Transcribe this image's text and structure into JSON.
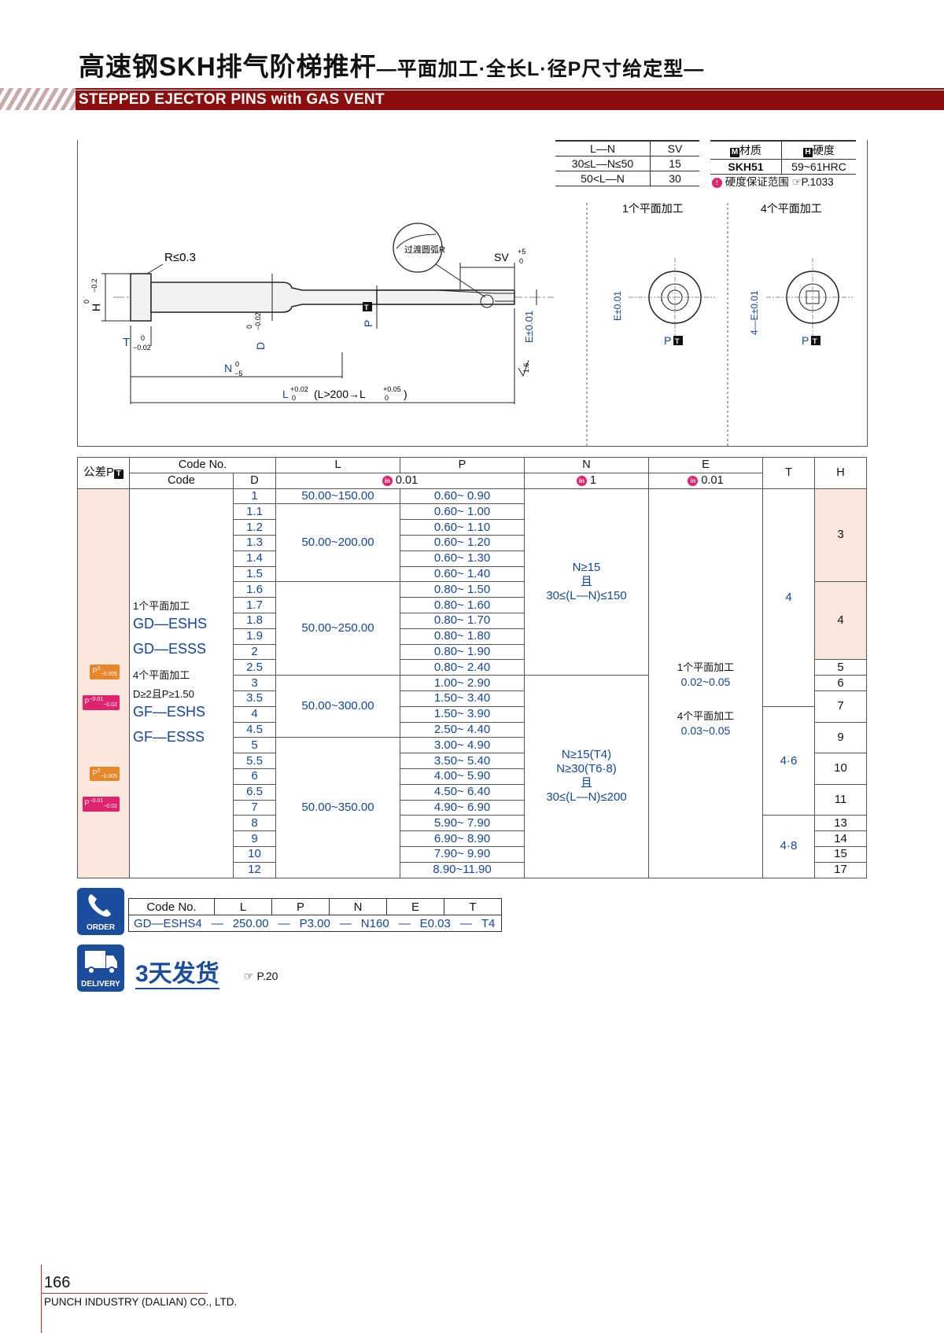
{
  "title": {
    "main": "高速钢SKH排气阶梯推杆",
    "sub": "—平面加工·全长L·径P尺寸给定型—",
    "english": "STEPPED EJECTOR PINS with GAS VENT"
  },
  "sv_table": {
    "headers": [
      "L—N",
      "SV"
    ],
    "rows": [
      [
        "30≤L—N≤50",
        "15"
      ],
      [
        "50<L—N",
        "30"
      ]
    ]
  },
  "material_table": {
    "material_label": "材质",
    "hardness_label": "硬度",
    "material": "SKH51",
    "hardness": "59~61HRC",
    "note": "硬度保证范围",
    "note_ref": "P.1033"
  },
  "drawing": {
    "r_label": "R≤0.3",
    "transition_label": "过渡圆弧R",
    "sv_label": "SV",
    "sv_tol_top": "+5",
    "sv_tol_bot": "0",
    "h_label": "H",
    "h_tol_top": "0",
    "h_tol_bot": "−0.2",
    "t_label": "T",
    "t_tol_top": "0",
    "t_tol_bot": "−0.02",
    "d_label": "D",
    "d_tol_top": "0",
    "d_tol_bot": "−0.02",
    "p_label": "P",
    "e_label": "E±0.01",
    "roughness": "1.6",
    "n_label": "N",
    "n_tol_top": "0",
    "n_tol_bot": "−5",
    "l_label": "L",
    "l_tol_top": "+0.02",
    "l_tol_bot": "0",
    "l_cond": "(L>200→L",
    "l_tol2_top": "+0.05",
    "l_tol2_bot": "0",
    "l_close": ")",
    "view1_title": "1个平面加工",
    "view2_title": "4个平面加工",
    "view1_e": "E±0.01",
    "view2_e": "4—E±0.01",
    "t_symbol": "T",
    "m_symbol": "M",
    "h_symbol": "H"
  },
  "main_table": {
    "head1": [
      "公差P",
      "Code No.",
      "L",
      "P",
      "N",
      "E",
      "T",
      "H"
    ],
    "head2": [
      "Code",
      "D",
      "0.01",
      "1",
      "0.01"
    ],
    "left": {
      "label1": "1个平面加工",
      "code1": "GD—ESHS",
      "code2": "GD—ESSS",
      "label2": "4个平面加工",
      "cond": "D≥2且P≥1.50",
      "code3": "GF—ESHS",
      "code4": "GF—ESSS",
      "tol_hs_top": "0",
      "tol_hs_bot": "−0.005",
      "tol_ss_top": "−0.01",
      "tol_ss_bot": "−0.02",
      "p_prefix": "P"
    },
    "D": [
      "1",
      "1.1",
      "1.2",
      "1.3",
      "1.4",
      "1.5",
      "1.6",
      "1.7",
      "1.8",
      "1.9",
      "2",
      "2.5",
      "3",
      "3.5",
      "4",
      "4.5",
      "5",
      "5.5",
      "6",
      "6.5",
      "7",
      "8",
      "9",
      "10",
      "12"
    ],
    "P": [
      "0.60~ 0.90",
      "0.60~ 1.00",
      "0.60~ 1.10",
      "0.60~ 1.20",
      "0.60~ 1.30",
      "0.60~ 1.40",
      "0.80~ 1.50",
      "0.80~ 1.60",
      "0.80~ 1.70",
      "0.80~ 1.80",
      "0.80~ 1.90",
      "0.80~ 2.40",
      "1.00~ 2.90",
      "1.50~ 3.40",
      "1.50~ 3.90",
      "2.50~ 4.40",
      "3.00~ 4.90",
      "3.50~ 5.40",
      "4.00~ 5.90",
      "4.50~ 6.40",
      "4.90~ 6.90",
      "5.90~ 7.90",
      "6.90~ 8.90",
      "7.90~ 9.90",
      "8.90~11.90"
    ],
    "L": [
      "50.00~150.00",
      "50.00~200.00",
      "50.00~250.00",
      "50.00~300.00",
      "50.00~350.00"
    ],
    "N": {
      "a1": "N≥15",
      "a2": "且",
      "a3": "30≤(L—N)≤150",
      "b1": "N≥15(T4)",
      "b2": "N≥30(T6·8)",
      "b3": "且",
      "b4": "30≤(L—N)≤200"
    },
    "E": {
      "a": "1个平面加工",
      "b": "0.02~0.05",
      "c": "4个平面加工",
      "d": "0.03~0.05"
    },
    "T": [
      "4",
      "4·6",
      "4·8"
    ],
    "H": [
      "3",
      "4",
      "5",
      "6",
      "7",
      "9",
      "10",
      "11",
      "13",
      "14",
      "15",
      "17"
    ]
  },
  "order": {
    "icon_label": "ORDER",
    "headers": [
      "Code No.",
      "L",
      "P",
      "N",
      "E",
      "T"
    ],
    "values": [
      "GD—ESHS4",
      "—",
      "250.00",
      "—",
      "P3.00",
      "—",
      "N160",
      "—",
      "E0.03",
      "—",
      "T4"
    ]
  },
  "delivery": {
    "icon_label": "DELIVERY",
    "text": "3天发货",
    "ref": "P.20"
  },
  "footer": {
    "page": "166",
    "company": "PUNCH INDUSTRY (DALIAN) CO., LTD."
  }
}
